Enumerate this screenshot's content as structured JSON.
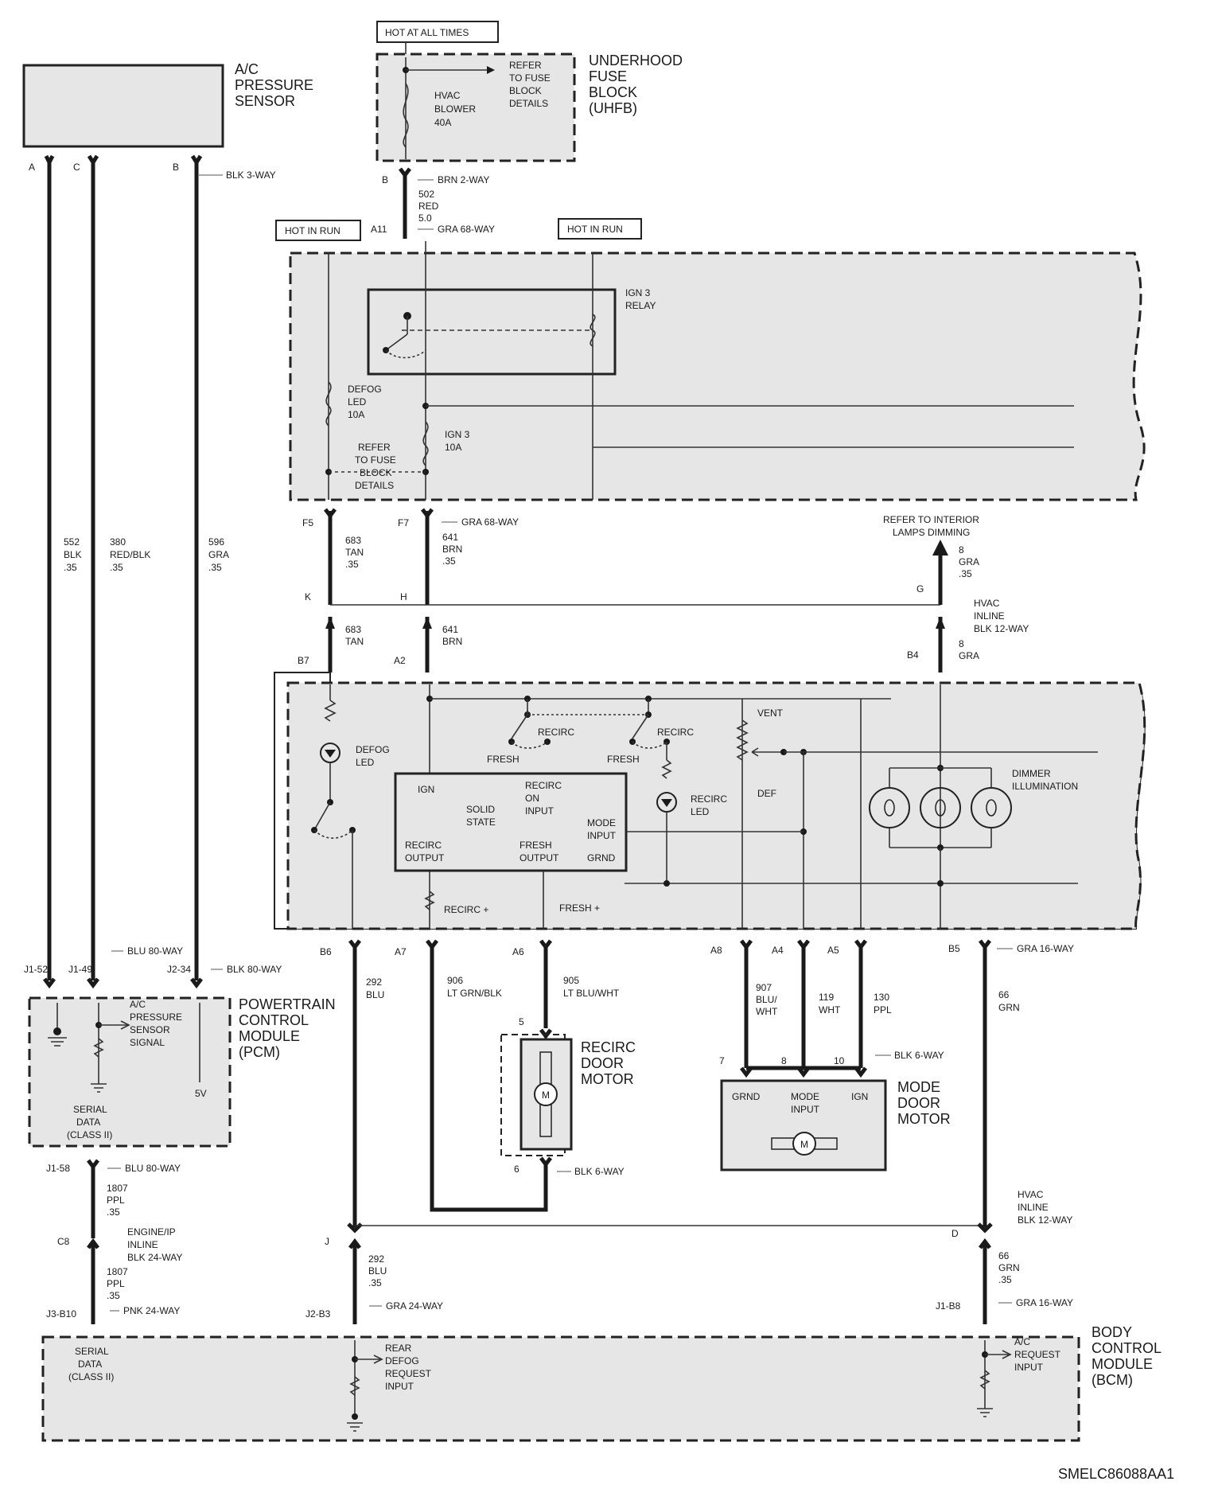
{
  "colors": {
    "background": "#ffffff",
    "line": "#1a1a1a",
    "box_fill": "#e6e6e6"
  },
  "diagram_id": "SMELC86088AA1",
  "tags": {
    "hot_at_all_times": "HOT AT ALL TIMES",
    "hot_in_run_left": "HOT IN RUN",
    "hot_in_run_right": "HOT IN RUN"
  },
  "components": {
    "ac_pressure_sensor": {
      "line1": "A/C",
      "line2": "PRESSURE",
      "line3": "SENSOR"
    },
    "uhfb": {
      "line1": "UNDERHOOD",
      "line2": "FUSE",
      "line3": "BLOCK",
      "line4": "(UHFB)",
      "refer1": "REFER",
      "refer2": "TO FUSE",
      "refer3": "BLOCK",
      "refer4": "DETAILS",
      "fuse1": "HVAC",
      "fuse2": "BLOWER",
      "fuse3": "40A"
    },
    "ign3_relay": {
      "line1": "IGN 3",
      "line2": "RELAY"
    },
    "defog_fuse": {
      "line1": "DEFOG",
      "line2": "LED",
      "line3": "10A"
    },
    "ign3_fuse": {
      "line1": "IGN 3",
      "line2": "10A"
    },
    "refer_fuse": {
      "line1": "REFER",
      "line2": "TO FUSE",
      "line3": "BLOCK",
      "line4": "DETAILS"
    },
    "refer_interior": {
      "line1": "REFER TO INTERIOR",
      "line2": "LAMPS DIMMING"
    },
    "hvac_control": {
      "defog_led1": "DEFOG",
      "defog_led2": "LED",
      "recirc1": "RECIRC",
      "fresh1": "FRESH",
      "recirc2": "RECIRC",
      "fresh2": "FRESH",
      "vent": "VENT",
      "def": "DEF",
      "recirc_led1": "RECIRC",
      "recirc_led2": "LED",
      "dimmer1": "DIMMER",
      "dimmer2": "ILLUMINATION",
      "ss_ign": "IGN",
      "ss_solid": "SOLID",
      "ss_state": "STATE",
      "ss_recirc_on1": "RECIRC",
      "ss_recirc_on2": "ON",
      "ss_recirc_on3": "INPUT",
      "ss_mode1": "MODE",
      "ss_mode2": "INPUT",
      "ss_recirc_out1": "RECIRC",
      "ss_recirc_out2": "OUTPUT",
      "ss_fresh_out1": "FRESH",
      "ss_fresh_out2": "OUTPUT",
      "ss_grnd": "GRND",
      "recirc_plus": "RECIRC +",
      "fresh_plus": "FRESH +"
    },
    "pcm": {
      "line1": "POWERTRAIN",
      "line2": "CONTROL",
      "line3": "MODULE",
      "line4": "(PCM)",
      "sig1": "A/C",
      "sig2": "PRESSURE",
      "sig3": "SENSOR",
      "sig4": "SIGNAL",
      "five_v": "5V",
      "serial1": "SERIAL",
      "serial2": "DATA",
      "serial3": "(CLASS II)"
    },
    "recirc_motor": {
      "line1": "RECIRC",
      "line2": "DOOR",
      "line3": "MOTOR",
      "m": "M"
    },
    "mode_motor": {
      "line1": "MODE",
      "line2": "DOOR",
      "line3": "MOTOR",
      "grnd": "GRND",
      "mode1": "MODE",
      "mode2": "INPUT",
      "ign": "IGN",
      "m": "M"
    },
    "bcm": {
      "line1": "BODY",
      "line2": "CONTROL",
      "line3": "MODULE",
      "line4": "(BCM)",
      "serial1": "SERIAL",
      "serial2": "DATA",
      "serial3": "(CLASS II)",
      "rear1": "REAR",
      "rear2": "DEFOG",
      "rear3": "REQUEST",
      "rear4": "INPUT",
      "ac1": "A/C",
      "ac2": "REQUEST",
      "ac3": "INPUT"
    }
  },
  "connectors": {
    "blk3": "BLK 3-WAY",
    "brn2": "BRN 2-WAY",
    "gra68_a": "GRA 68-WAY",
    "gra68_b": "GRA 68-WAY",
    "hvac_inline1": "HVAC",
    "hvac_inline2": "INLINE",
    "hvac_inline3": "BLK 12-WAY",
    "blu80_a": "BLU 80-WAY",
    "blk80": "BLK 80-WAY",
    "gra16_a": "GRA 16-WAY",
    "blk6_a": "BLK 6-WAY",
    "blk6_b": "BLK 6-WAY",
    "hvac_inline_b1": "HVAC",
    "hvac_inline_b2": "INLINE",
    "hvac_inline_b3": "BLK 12-WAY",
    "blu80_b": "BLU 80-WAY",
    "eng1": "ENGINE/IP",
    "eng2": "INLINE",
    "eng3": "BLK 24-WAY",
    "pnk24": "PNK 24-WAY",
    "gra24": "GRA 24-WAY",
    "gra16_b": "GRA 16-WAY"
  },
  "pins": {
    "A": "A",
    "C": "C",
    "B": "B",
    "B_fuse": "B",
    "A11": "A11",
    "F5": "F5",
    "F7": "F7",
    "K": "K",
    "H": "H",
    "G": "G",
    "B7": "B7",
    "A2": "A2",
    "B4": "B4",
    "B6": "B6",
    "A7": "A7",
    "A6": "A6",
    "A8": "A8",
    "A4": "A4",
    "A5": "A5",
    "B5": "B5",
    "J1_52": "J1-52",
    "J1_49": "J1-49",
    "J2_34": "J2-34",
    "p5": "5",
    "p6": "6",
    "p7": "7",
    "p8": "8",
    "p10": "10",
    "J1_58": "J1-58",
    "C8": "C8",
    "J": "J",
    "D": "D",
    "J3_B10": "J3-B10",
    "J2_B3": "J2-B3",
    "J1_B8": "J1-B8"
  },
  "wires": {
    "w552": [
      "552",
      "BLK",
      ".35"
    ],
    "w380": [
      "380",
      "RED/BLK",
      ".35"
    ],
    "w596": [
      "596",
      "GRA",
      ".35"
    ],
    "w502": [
      "502",
      "RED",
      "5.0"
    ],
    "w683a": [
      "683",
      "TAN",
      ".35"
    ],
    "w641a": [
      "641",
      "BRN",
      ".35"
    ],
    "w8a": [
      "8",
      "GRA",
      ".35"
    ],
    "w683b": [
      "683",
      "TAN"
    ],
    "w641b": [
      "641",
      "BRN"
    ],
    "w8b": [
      "8",
      "GRA"
    ],
    "w292a": [
      "292",
      "BLU"
    ],
    "w906": [
      "906",
      "LT GRN/BLK"
    ],
    "w905": [
      "905",
      "LT BLU/WHT"
    ],
    "w907": [
      "907",
      "BLU/",
      "WHT"
    ],
    "w119": [
      "119",
      "WHT"
    ],
    "w130": [
      "130",
      "PPL"
    ],
    "w66a": [
      "66",
      "GRN"
    ],
    "w1807a": [
      "1807",
      "PPL",
      ".35"
    ],
    "w1807b": [
      "1807",
      "PPL",
      ".35"
    ],
    "w292b": [
      "292",
      "BLU",
      ".35"
    ],
    "w66b": [
      "66",
      "GRN",
      ".35"
    ]
  }
}
